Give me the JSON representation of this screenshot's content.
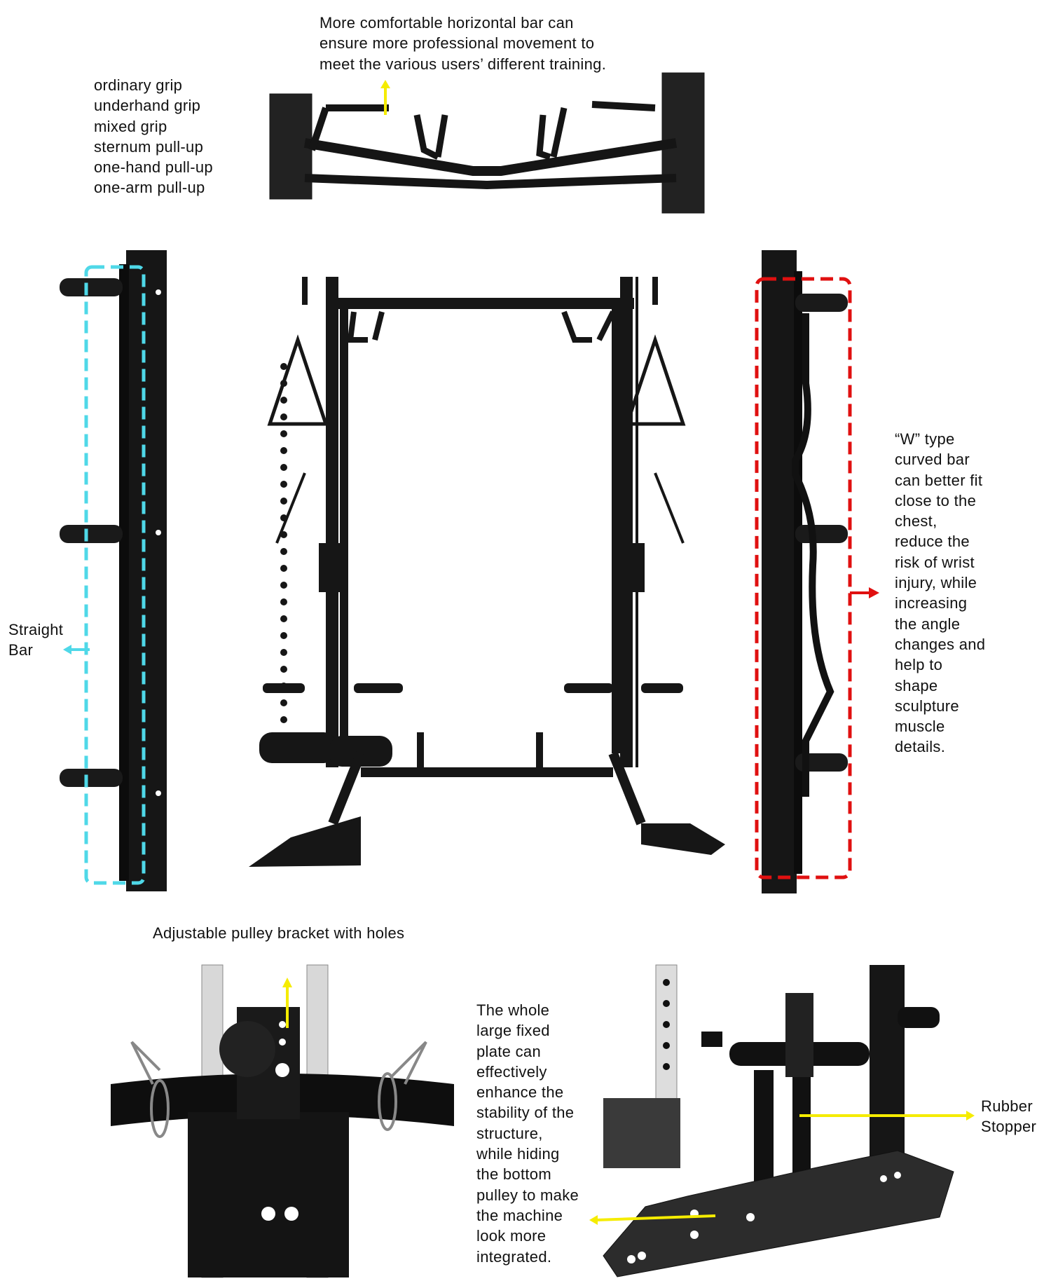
{
  "top_caption": [
    "More comfortable horizontal bar can",
    "ensure more professional movement to",
    "meet the various users’ different training."
  ],
  "grip_list": [
    "ordinary grip",
    "underhand grip",
    "mixed grip",
    "sternum pull-up",
    "one-hand pull-up",
    "one-arm pull-up"
  ],
  "straight_bar_label": [
    "Straight",
    "Bar"
  ],
  "w_bar_caption": [
    "“W” type",
    "curved bar",
    "can better fit",
    "close to the",
    "chest,",
    "reduce the",
    "risk of wrist",
    "injury, while",
    "increasing",
    "the angle",
    "changes and",
    "help to",
    "shape",
    "sculpture",
    "muscle",
    "details."
  ],
  "pulley_caption": "Adjustable pulley bracket with holes",
  "plate_caption": [
    "The whole",
    "large fixed",
    "plate can",
    "effectively",
    "enhance the",
    "stability of the",
    "structure,",
    "while  hiding",
    "the bottom",
    "pulley to make",
    "the machine",
    "look more",
    "integrated."
  ],
  "rubber_stopper_label": [
    "Rubber",
    "Stopper"
  ],
  "colors": {
    "yellow_arrow": "#f5ec00",
    "cyan_box": "#4fd8e8",
    "red_box": "#e01010",
    "frame": "#151515"
  }
}
